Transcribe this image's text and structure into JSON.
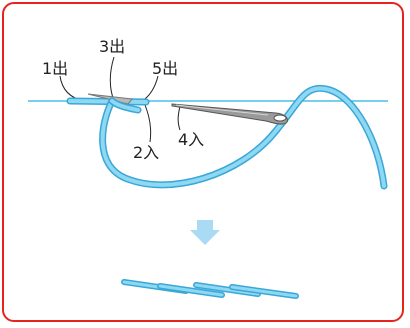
{
  "colors": {
    "frame": "#e52420",
    "thread": "#7fd0ef",
    "thread_outline": "#3aa7d9",
    "fabric_line": "#4cbde8",
    "needle": "#8c8c8c",
    "arrow": "#a9dcf4"
  },
  "labels": {
    "step1": "1出",
    "step2": "2入",
    "step3": "3出",
    "step4": "4入",
    "step5": "5出"
  },
  "icons": {
    "needle": "sewing-needle-icon",
    "arrow": "arrow-down-icon"
  }
}
